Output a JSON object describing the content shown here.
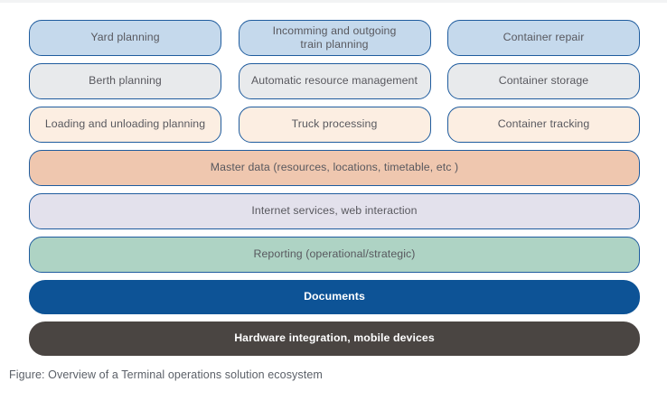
{
  "figure": {
    "caption": "Figure: Overview of a Terminal operations solution ecosystem"
  },
  "colors": {
    "border": "#1F5C9E",
    "row_blue": "#C5D9EC",
    "row_gray": "#E8EAEC",
    "row_peach": "#FCEEE2",
    "row_salmon": "#EFC7AF",
    "row_lavender": "#E3E1EC",
    "row_mint": "#AED3C4",
    "row_strong_blue": "#0D5396",
    "row_dark_gray": "#4A4542",
    "text_muted": "#58585E",
    "text_inverse": "#FFFFFF",
    "caption_text": "#5B6068",
    "page_background": "#FFFFFF"
  },
  "diagram": {
    "rows": [
      {
        "name": "planning-row",
        "layout": "three-column",
        "fill": "row_blue",
        "items": [
          {
            "label": "Yard planning"
          },
          {
            "label": "Incomming and outgoing\ntrain planning"
          },
          {
            "label": "Container repair"
          }
        ]
      },
      {
        "name": "resource-row",
        "layout": "three-column",
        "fill": "row_gray",
        "items": [
          {
            "label": "Berth planning"
          },
          {
            "label": "Automatic resource management"
          },
          {
            "label": "Container storage"
          }
        ]
      },
      {
        "name": "operations-row",
        "layout": "three-column",
        "fill": "row_peach",
        "items": [
          {
            "label": "Loading and unloading planning"
          },
          {
            "label": "Truck processing"
          },
          {
            "label": "Container tracking"
          }
        ]
      },
      {
        "name": "master-data-row",
        "layout": "full-width",
        "fill": "row_salmon",
        "items": [
          {
            "label": "Master data (resources, locations, timetable, etc )"
          }
        ]
      },
      {
        "name": "internet-services-row",
        "layout": "full-width",
        "fill": "row_lavender",
        "items": [
          {
            "label": "Internet services, web interaction"
          }
        ]
      },
      {
        "name": "reporting-row",
        "layout": "full-width",
        "fill": "row_mint",
        "items": [
          {
            "label": "Reporting (operational/strategic)"
          }
        ]
      },
      {
        "name": "documents-row",
        "layout": "full-width",
        "fill": "row_strong_blue",
        "items": [
          {
            "label": "Documents"
          }
        ]
      },
      {
        "name": "hardware-row",
        "layout": "full-width",
        "fill": "row_dark_gray",
        "items": [
          {
            "label": "Hardware integration, mobile devices"
          }
        ]
      }
    ]
  }
}
